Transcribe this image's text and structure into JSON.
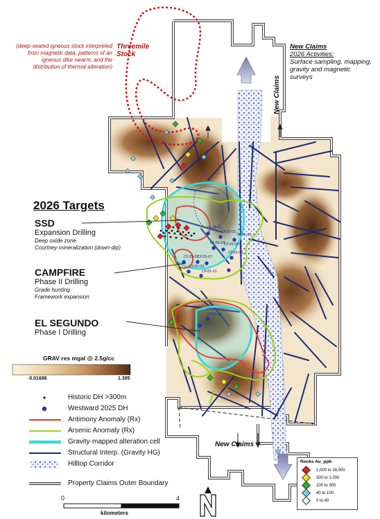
{
  "stock_note": {
    "name": "Threemile Stock",
    "description": "(deep-seated igneous stock interpreted from magnetic data, patterns of an igneous dike swarm, and the distribution of thermal alteration)"
  },
  "activities": {
    "title": "New Claims",
    "subtitle": "2026 Activities:",
    "body": "Surface sampling, mapping, gravity and magnetic surveys"
  },
  "new_claims_north": "New Claims",
  "new_claims_south": "New Claims",
  "targets_title": "2026 Targets",
  "targets": [
    {
      "name": "SSD",
      "phase": "Expansion Drilling",
      "notes": [
        "Deep oxide zone",
        "Courtney mineralization (down-dip)"
      ]
    },
    {
      "name": "CAMPFIRE",
      "phase": "Phase II Drilling",
      "notes": [
        "Grade hunting",
        "Framework expansion"
      ]
    },
    {
      "name": "EL SEGUNDO",
      "phase": "Phase I Drilling",
      "notes": []
    }
  ],
  "drill_hole_labels": [
    "CF25-01",
    "CF25-02",
    "CF25-03",
    "CF25-04",
    "CF25-05",
    "CF25-06",
    "CF25-07",
    "CF25-08",
    "CF25-09",
    "CF25-10",
    "ES25-01"
  ],
  "gravity_scale": {
    "title": "GRAV res mgal @ 2.5g/cc",
    "min": "-0.01686",
    "max": "1.395",
    "colors": [
      "#fbf3df",
      "#edd2a6",
      "#c99a64",
      "#8a5630",
      "#4a2a14"
    ]
  },
  "legend": [
    {
      "label": "Historic DH >300m",
      "symbol": "dot-small"
    },
    {
      "label": "Westward 2025 DH",
      "symbol": "dot-blue"
    },
    {
      "label": "Antimony Anomaly (Rx)",
      "symbol": "line",
      "color": "#e23a2f"
    },
    {
      "label": "Arsenic Anomaly (Rx)",
      "symbol": "line",
      "color": "#9ad21a"
    },
    {
      "label": "Gravity-mapped alteration cell",
      "symbol": "line-thick",
      "color": "#38d8e0"
    },
    {
      "label": "Structural Interp. (Gravity HG)",
      "symbol": "line",
      "color": "#1c2a70"
    },
    {
      "label": "Hilltop Corridor",
      "symbol": "pattern"
    },
    {
      "label": "Property Claims Outer Boundary",
      "symbol": "double-line"
    }
  ],
  "rocks_legend": {
    "title": "Rocks Au_ppb",
    "classes": [
      {
        "label": "1,000 to 16,500",
        "color": "#e02020"
      },
      {
        "label": "300 to 1,000",
        "color": "#f0e020"
      },
      {
        "label": "100 to 300",
        "color": "#30b030"
      },
      {
        "label": "40 to 100",
        "color": "#7fd0e8"
      },
      {
        "label": "0 to 40",
        "color": "#e8f4fa"
      }
    ]
  },
  "scale_bar": {
    "start": "0",
    "end": "4",
    "unit": "kilometers"
  },
  "north_arrow": "N"
}
